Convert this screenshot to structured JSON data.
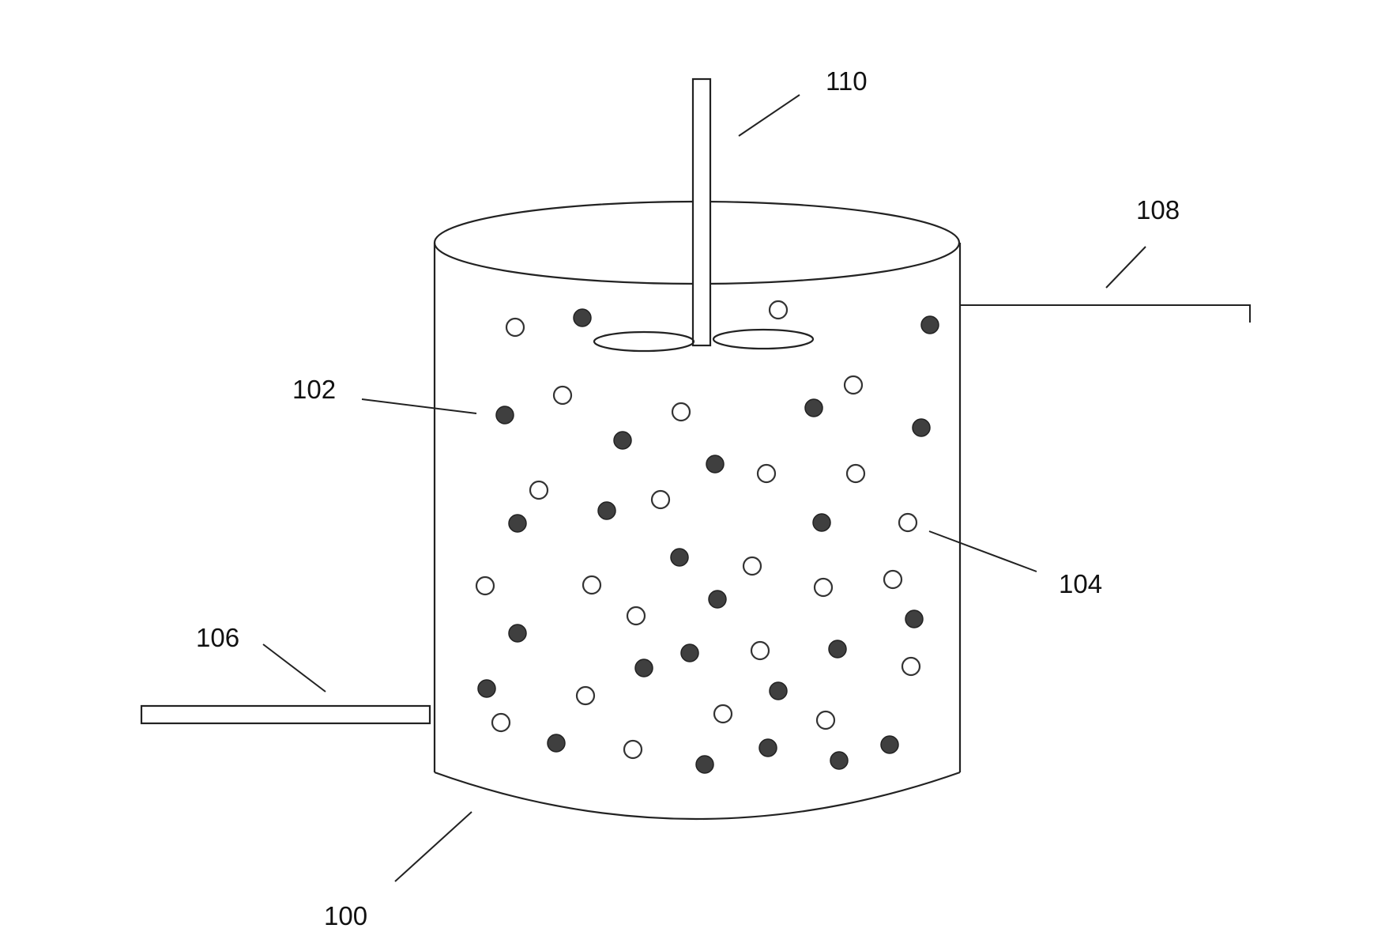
{
  "labels": {
    "vessel": "100",
    "dark_particles": "102",
    "light_particles": "104",
    "inlet": "106",
    "outlet": "108",
    "stirrer": "110"
  },
  "colors": {
    "line": "#222222",
    "dark_particle": "#3f3f3f",
    "light_particle": "#ffffff",
    "background": "#ffffff"
  }
}
